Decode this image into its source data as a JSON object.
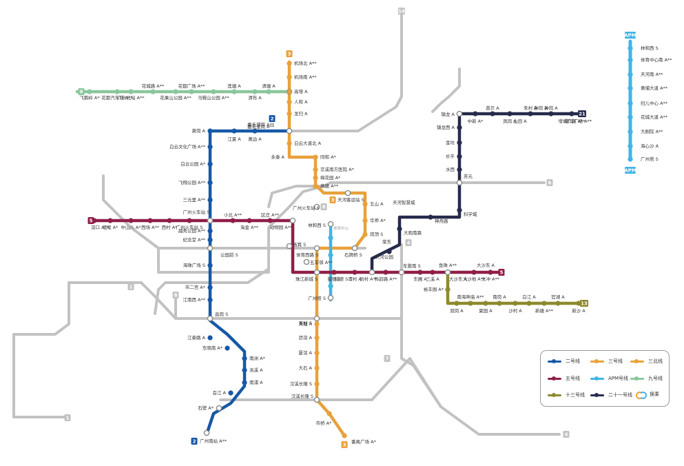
{
  "colors": {
    "line2": "#1658a6",
    "line3": "#e8a13a",
    "line3n": "#e8a13a",
    "line5": "#8f1e48",
    "apm": "#3fb5e8",
    "line9": "#8ac79c",
    "line13": "#8d8a2e",
    "line21": "#262a4c",
    "other": "#c2c2c2"
  },
  "badges": {
    "l2_top": "2",
    "l2_bottom": "2",
    "l3_top": "3",
    "l3_bottom": "3",
    "l3n": "3",
    "l5_left": "5",
    "l5_right": "5",
    "l9": "9",
    "l13": "13",
    "l21": "21",
    "apm_top": "APM",
    "apm_bottom": "APM",
    "l14": "14",
    "l6": "6",
    "l1_a": "1",
    "l1_b": "1",
    "l8": "8",
    "l4_a": "4",
    "l4_b": "4",
    "l7": "7",
    "l8_b": "8"
  },
  "line9_stations": [
    "飞鹅岭 A*",
    "花都汽车城 A**",
    "广州北站 A**",
    "花城路 A**",
    "花果山公园 A**",
    "花都广场 A**",
    "马鞍山公园 A**",
    "莲塘 A",
    "清塘 A",
    "清布 A"
  ],
  "line3n_stations": [
    "机场北 A**",
    "机场南 A**",
    "高增 A",
    "人和 A",
    "龙归 A",
    "嘉禾望岗 A**",
    "白云大道北 A",
    "永泰 A",
    "同和 A*",
    "京溪南方医院 A*",
    "梅花园 A*",
    "燕塘 A**",
    "天河客运站 S"
  ],
  "line2_stations": [
    "嘉禾望岗 A**",
    "黄边 A",
    "江夏 A",
    "萧岗 A",
    "白云文化广场 A**",
    "白云公园 A*",
    "飞翔公园 A**",
    "三元里 A**",
    "广州火车站 S",
    "越秀公园 A**",
    "纪念堂 A**",
    "公园前 S",
    "海珠广场 S",
    "市二宫 A*",
    "江南西 A**",
    "昌岗 S",
    "江泰路 A",
    "东晓南 A*",
    "南洲 A*",
    "洛溪 A",
    "南浦 A",
    "会江 A",
    "石壁 A*",
    "广州南站 A**"
  ],
  "line5_stations": [
    "滘口 A**",
    "坦尾 A*",
    "中山八 A*",
    "西场 A**",
    "西村 A*",
    "广州火车站 S",
    "小北 A**",
    "淘金 A**",
    "区庄 A**",
    "动物园 A**",
    "杨箕 S",
    "五羊邨 A**",
    "珠江新城 S",
    "猎德 S",
    "潭村 A",
    "员村 A**",
    "科韵路 A**",
    "车陂南 S",
    "东圃 A",
    "三溪 A",
    "鱼珠 A**",
    "大沙地 A**",
    "大沙东 A",
    "文冲 A**"
  ],
  "line3_stations": [
    "天河客运站 S",
    "五山 A",
    "华师 A*",
    "岗顶 S",
    "石牌桥 S",
    "体育西路 S",
    "珠江新城 S",
    "广州塔 S",
    "客村 S",
    "大塘 A",
    "沥滘 A",
    "厦滘 A",
    "大石 A",
    "汉溪长隆 S",
    "市桥 A*",
    "番禺广场 A*"
  ],
  "apm_map_stations": [
    "林和西 S",
    "体育中心南 A",
    "天河南 A",
    "黄埔大道 A",
    "妇儿中心 A",
    "花城大道 A",
    "大剧院 A",
    "海心沙 A",
    "广州塔 S"
  ],
  "apm_list": [
    "林和西 S",
    "体育中心南 A**",
    "天河南 A**",
    "黄埔大道 A**",
    "妇儿中心 A**",
    "花城大道 A**",
    "大剧院 A**",
    "海心沙 A",
    "广州塔 S"
  ],
  "line21_stations": [
    "增城广场 A**",
    "钟岗 A",
    "山田 A",
    "朱村 A",
    "凤岗 A",
    "荔贝 A",
    "中新 A*",
    "镇龙 A",
    "镇龙西 A",
    "金坑",
    "长平",
    "水西",
    "苏元",
    "科学城",
    "神舟路",
    "天河智慧城",
    "大观南路",
    "棠东",
    "天河公园",
    "员村"
  ],
  "line13_stations": [
    "鱼珠 A",
    "裕丰围 A*",
    "双岗 A",
    "南海神庙 A**",
    "夏园 A",
    "南岗 A",
    "沙村 A",
    "白江 A",
    "新塘 A**",
    "官湖 A",
    "新沙 A"
  ],
  "misc_labels": [
    "体育中心",
    "京溪南方医院 A*"
  ],
  "legend": {
    "line2": "二号线",
    "line3": "三号线",
    "line3n": "三北线",
    "line5": "五号线",
    "apm": "APM号线",
    "line9": "九号线",
    "line13": "十三号线",
    "line21": "二十一号线",
    "transfer": "换乘"
  }
}
